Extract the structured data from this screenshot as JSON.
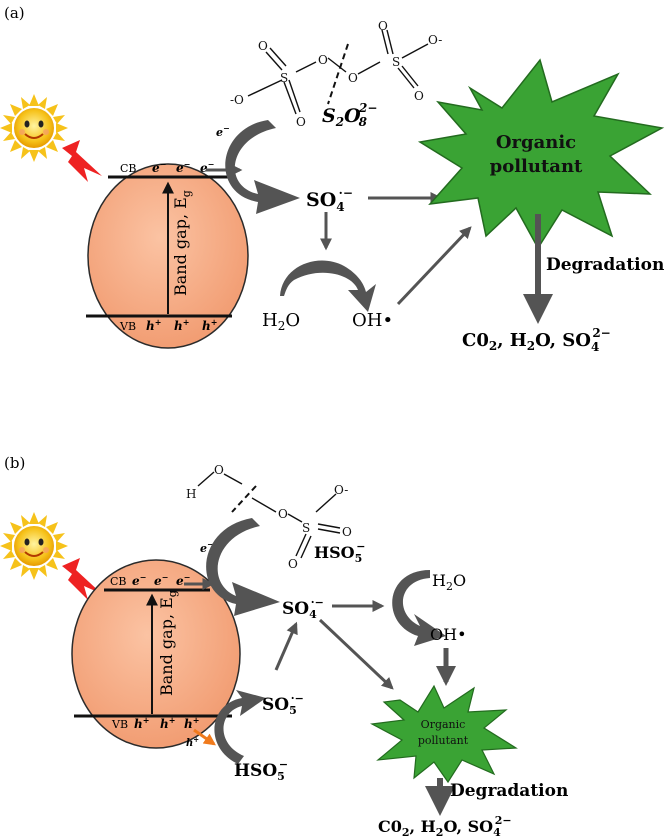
{
  "panel_a": {
    "tag": "(a)",
    "cb": "CB",
    "vb": "VB",
    "electron": "e",
    "hole": "h",
    "band_gap": "Band gap, E",
    "band_gap_sub": "g",
    "persulfate": "S",
    "persulfate_2": "O",
    "persulfate_sub2": "2",
    "persulfate_sub8": "8",
    "persulfate_sup": "2−",
    "so4": "SO",
    "so4_sub": "4",
    "so4_sup": "·−",
    "water": "H",
    "water_2": "O",
    "water_sub": "2",
    "oh": "OH",
    "oh_dot": "•",
    "pollutant_1": "Organic",
    "pollutant_2": "pollutant",
    "degradation": "Degradation",
    "products": "C0",
    "products_sub": "2",
    "products_mid": ", H",
    "products_mid_sub": "2",
    "products_end": "O, SO",
    "products_end_sub": "4",
    "products_end_sup": "2−",
    "atom_o": "O",
    "atom_s": "S",
    "atom_ominus": "-O",
    "atom_ominus2": "O-"
  },
  "panel_b": {
    "tag": "(b)",
    "cb": "CB",
    "vb": "VB",
    "electron": "e",
    "hole": "h",
    "band_gap": "Band gap, E",
    "band_gap_sub": "g",
    "hso5": "HSO",
    "hso5_sub": "5",
    "hso5_sup": "−",
    "so4": "SO",
    "so4_sub": "4",
    "so4_sup": "·−",
    "so5": "SO",
    "so5_sub": "5",
    "so5_sup": "·−",
    "water": "H",
    "water_2": "O",
    "water_sub": "2",
    "oh": "OH",
    "oh_dot": "•",
    "pollutant_1": "Organic",
    "pollutant_2": "pollutant",
    "degradation": "Degradation",
    "products": "C0",
    "products_sub": "2",
    "products_mid": ", H",
    "products_mid_sub": "2",
    "products_end": "O, SO",
    "products_end_sub": "4",
    "products_end_sup": "2−",
    "atom_h": "H",
    "atom_o": "O",
    "atom_s": "S",
    "atom_ominus": "O-"
  },
  "colors": {
    "particle": "#f7a77f",
    "particle_edge": "#2b2b2b",
    "arrow": "#545454",
    "pollutant": "#3aa334",
    "pollutant_edge": "#236b1f",
    "sun": "#f6c21a",
    "lightning": "#ee2222",
    "hole_arrow": "#f07a1c"
  }
}
